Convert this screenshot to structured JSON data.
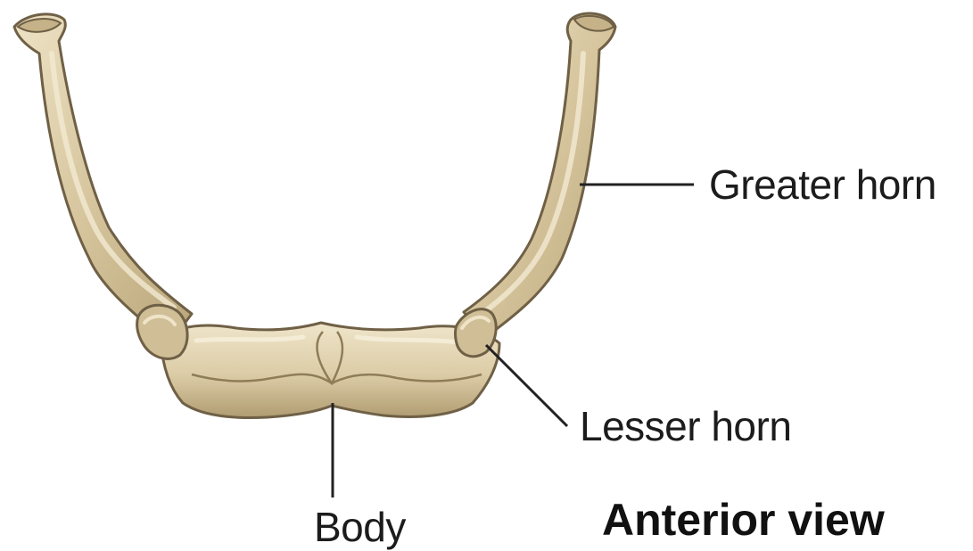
{
  "labels": {
    "greater_horn": "Greater horn",
    "lesser_horn": "Lesser horn",
    "body": "Body",
    "view_title": "Anterior view"
  },
  "colors": {
    "bone_fill": "#d8c9a3",
    "bone_light": "#ece1c4",
    "bone_shadow": "#a8946b",
    "bone_outline": "#6f6046",
    "leader_line": "#222222",
    "background": "#ffffff"
  }
}
